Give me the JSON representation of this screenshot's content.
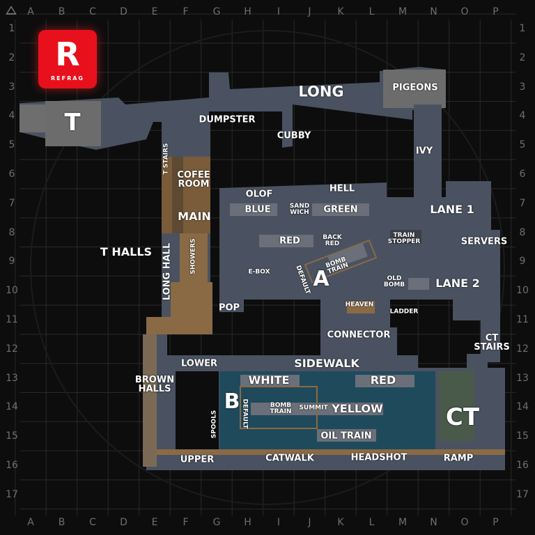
{
  "logo": {
    "brand": "REFRAG",
    "glyph": "R",
    "color": "#e8101c"
  },
  "grid": {
    "columns": [
      "A",
      "B",
      "C",
      "D",
      "E",
      "F",
      "G",
      "H",
      "I",
      "J",
      "K",
      "L",
      "M",
      "N",
      "O",
      "P"
    ],
    "rows": [
      "1",
      "2",
      "3",
      "4",
      "5",
      "6",
      "7",
      "8",
      "9",
      "10",
      "11",
      "12",
      "13",
      "14",
      "15",
      "16",
      "17"
    ]
  },
  "colors": {
    "floor": "#4a5261",
    "b_site": "#1f4a5c",
    "wood": "#8a6a45",
    "spawn": "#6c6c6c"
  },
  "callouts": {
    "t": "T",
    "long": "LONG",
    "pigeons": "PIGEONS",
    "dumpster": "DUMPSTER",
    "cubby": "CUBBY",
    "ivy": "IVY",
    "t_stairs": "T STAIRS",
    "cofee_room": "COFEE ROOM",
    "olof": "OLOF",
    "hell": "HELL",
    "blue": "BLUE",
    "sandwich": "SAND WICH",
    "green": "GREEN",
    "lane1": "LANE 1",
    "main": "MAIN",
    "t_halls": "T HALLS",
    "red_top": "RED",
    "back_red": "BACK RED",
    "train_stopper": "TRAIN STOPPER",
    "servers": "SERVERS",
    "long_hall": "LONG HALL",
    "showers": "SHOWERS",
    "e_box": "E-BOX",
    "default_a": "DEFAULT",
    "bomb_train_a": "BOMB TRAIN",
    "a_site": "A",
    "old_bomb": "OLD BOMB",
    "lane2": "LANE 2",
    "pop": "POP",
    "heaven": "HEAVEN",
    "ladder": "LADDER",
    "connector": "CONNECTOR",
    "ct_stairs": "CT STAIRS",
    "lower": "LOWER",
    "sidewalk": "SIDEWALK",
    "brown_halls": "BROWN HALLS",
    "white": "WHITE",
    "red_b": "RED",
    "b_site": "B",
    "spools": "SPOOLS",
    "default_b": "DEFAULT",
    "bomb_train_b": "BOMB TRAIN",
    "summit": "SUMMIT",
    "yellow": "YELLOW",
    "ct": "CT",
    "oil_train": "OIL TRAIN",
    "upper": "UPPER",
    "catwalk": "CATWALK",
    "headshot": "HEADSHOT",
    "ramp": "RAMP"
  }
}
